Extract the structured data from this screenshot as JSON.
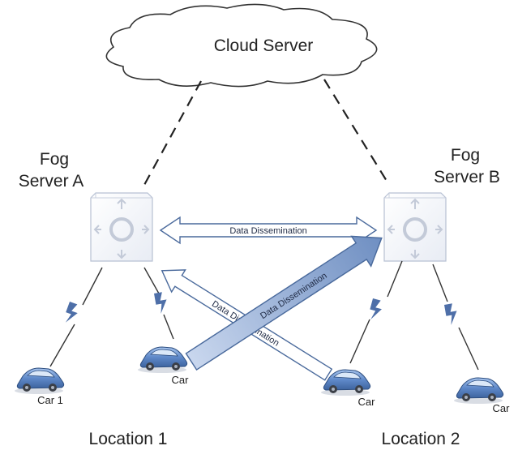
{
  "cloud": {
    "label": "Cloud Server"
  },
  "fog_a": {
    "label_line1": "Fog",
    "label_line2": "Server A"
  },
  "fog_b": {
    "label_line1": "Fog",
    "label_line2": "Server B"
  },
  "arrows": {
    "horizontal": "Data Dissemination",
    "diag_down": "Data Dissemination",
    "diag_up": "Data Dissemination"
  },
  "cars": {
    "car1": "Car 1",
    "car_a": "Car",
    "car_b": "Car",
    "car_c": "Car"
  },
  "locations": {
    "loc1": "Location 1",
    "loc2": "Location 2"
  },
  "colors": {
    "server_fill": "#f4f6fa",
    "server_stroke": "#b7c0d3",
    "arrow_stroke": "#4a6a9c",
    "arrow_fill_light": "#ffffff",
    "arrow_fill_dark": "#6f8fc2",
    "car_body": "#5f89c9",
    "lightning": "#4e6fa8"
  }
}
